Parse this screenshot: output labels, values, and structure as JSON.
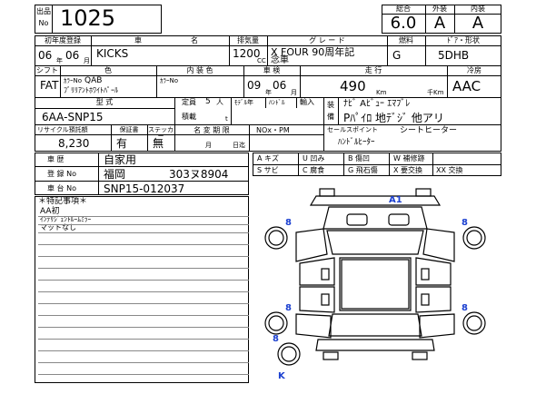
{
  "lot": {
    "label_top": "出品",
    "label_bottom": "No",
    "number": "1025"
  },
  "score": {
    "label_total": "総合",
    "label_ext": "外装",
    "label_int": "内装",
    "total": "6.0",
    "ext": "A",
    "int": "A"
  },
  "row1": {
    "label_first_reg": "初年度登録",
    "label_car": "車",
    "label_name": "名",
    "label_disp": "排気量",
    "label_grade": "グ レ ー ド",
    "label_fuel": "燃料",
    "label_door": "ﾄﾞｱ・形状",
    "year": "06",
    "year_unit": "年",
    "month": "06",
    "month_unit": "月",
    "car_name": "KICKS",
    "disp": "1200",
    "disp_unit": "CC",
    "grade_line1": "X FOUR 90周年記",
    "grade_line2": "念車",
    "fuel": "G",
    "door": "5DHB"
  },
  "row2": {
    "label_shift": "シフト",
    "label_color": "色",
    "label_int_color": "内 装 色",
    "label_inspect": "車 検",
    "label_mileage": "走 行",
    "label_ac": "冷房",
    "shift": "FAT",
    "color_no_label": "ｶﾗｰNo",
    "color_no": "QAB",
    "color_name": "ﾌﾞﾘﾘｱﾝﾄﾎﾜｲﾄﾊﾟｰﾙ",
    "int_color_no_label": "ｶﾗｰNo",
    "inspect_year": "09",
    "inspect_year_unit": "年",
    "inspect_month": "06",
    "inspect_month_unit": "月",
    "mileage": "490",
    "mileage_unit": "Km",
    "mileage_unit2": "千Km",
    "ac": "AAC"
  },
  "row3": {
    "label_model": "型 式",
    "label_capacity": "定員",
    "capacity": "5",
    "capacity_unit": "人",
    "label_model_change": "ﾓﾃﾞﾙ年",
    "label_handle": "ﾊﾝﾄﾞﾙ",
    "label_import": "輸入",
    "model": "6AA-SNP15",
    "label_load": "積載",
    "load_unit": "t",
    "label_equip_top": "装",
    "label_equip_bottom": "備",
    "equip_line1": "ﾅﾋﾞ Aﾋﾞｭｰ ｴﾏﾌﾞﾚ",
    "equip_line2": "Pﾊﾟｲﾛ 地ﾃﾞｼﾞ 他アリ"
  },
  "row4": {
    "label_recycle": "リサイクル預託額",
    "label_warranty": "保証書",
    "label_sticker": "ステッカー",
    "label_name_change": "名 変 期 限",
    "label_nox": "NOx・PM",
    "recycle": "8,230",
    "warranty": "有",
    "sticker": "無",
    "name_change_month": "月",
    "name_change_day": "日迄",
    "label_sales": "セールスポイント",
    "sales1": "シートヒーター",
    "sales2": "ﾊﾝﾄﾞﾙﾋｰﾀｰ"
  },
  "history": {
    "label": "車 歴",
    "value": "自家用"
  },
  "registration": {
    "label": "登 録 No",
    "area": "福岡",
    "number": "303ヌ8904"
  },
  "chassis": {
    "label": "車 台 No",
    "value": "SNP15-012037"
  },
  "legend": [
    {
      "code": "A",
      "text": "キズ",
      "code2": "U",
      "text2": "凹み",
      "code3": "B",
      "text3": "傷凹",
      "code4": "W",
      "text4": "補修跡"
    },
    {
      "code": "S",
      "text": "サビ",
      "code2": "C",
      "text2": "腐食",
      "code3": "G",
      "text3": "飛石傷",
      "code4": "X",
      "text4": "要交換",
      "code5": "XX",
      "text5": "交換"
    }
  ],
  "notes": {
    "header": "＊特記事項＊",
    "lines": [
      "AA初",
      "ｲﾝﾃﾘｼﾞｪﾝﾄﾙｰﾑﾐﾗｰ",
      "マットなし"
    ]
  },
  "diagram": {
    "mark_a1": "A1",
    "tire_fl": "8",
    "tire_fr": "8",
    "tire_rl": "8",
    "tire_rr": "8",
    "spare": "8",
    "spare_code": "K"
  },
  "colors": {
    "marks": "#1a3fd0"
  }
}
